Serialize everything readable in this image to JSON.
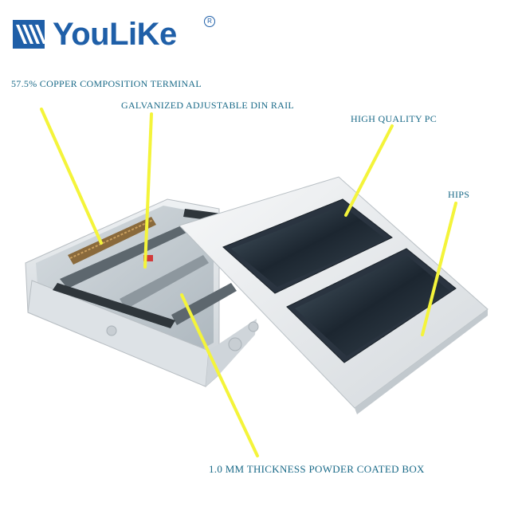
{
  "brand": {
    "name": "YouLiKe",
    "registered_mark": "R",
    "color": "#1f5fa8"
  },
  "callouts": {
    "copper_terminal": "57.5% COPPER COMPOSITION TERMINAL",
    "din_rail": "GALVANIZED ADJUSTABLE DIN RAIL",
    "pc": "HIGH QUALITY PC",
    "hips": "HIPS",
    "box": "1.0 MM THICKNESS POWDER COATED BOX"
  },
  "colors": {
    "callout_text": "#1a6a88",
    "pointer_line": "#f4f43a"
  }
}
